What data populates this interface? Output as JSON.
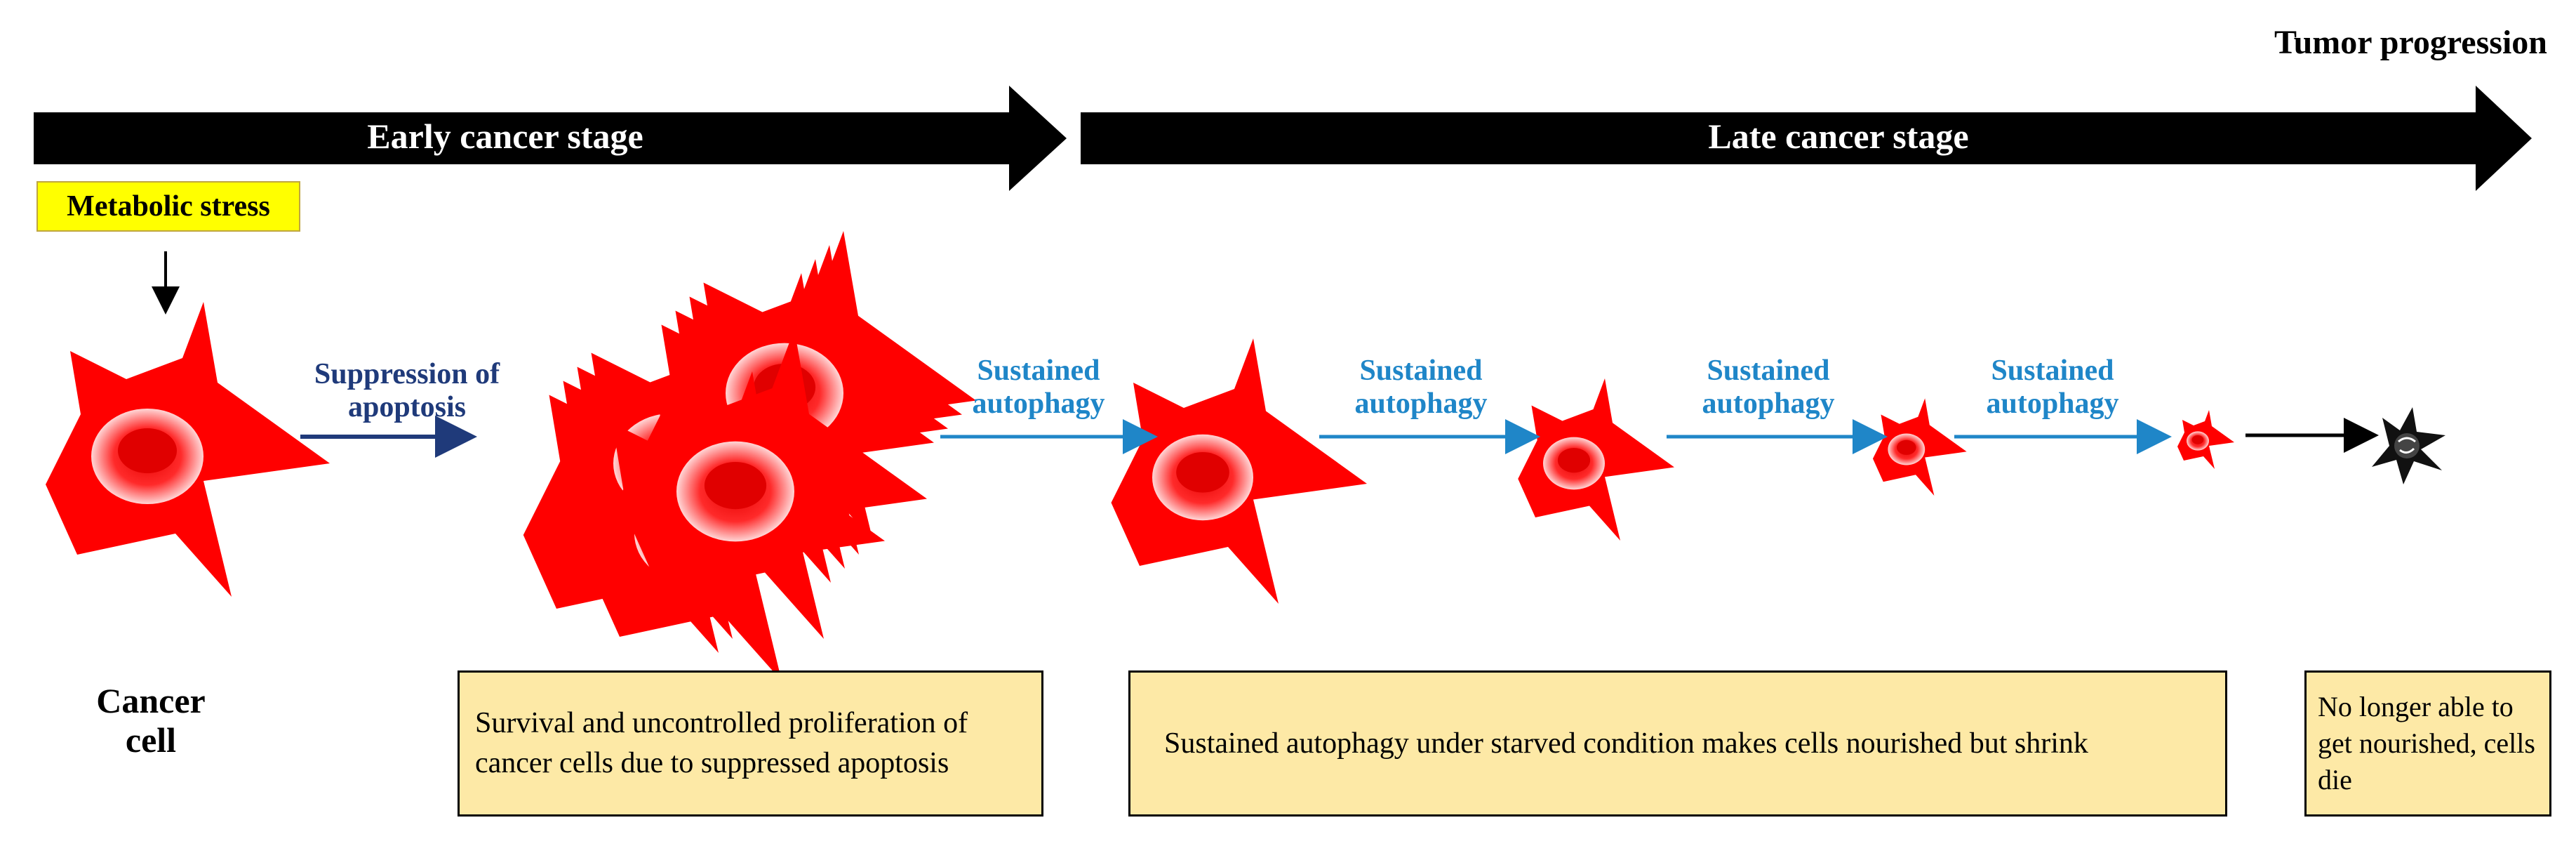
{
  "title": "Tumor progression",
  "stages": {
    "early": "Early cancer stage",
    "late": "Late cancer stage"
  },
  "metabolic_stress": "Metabolic stress",
  "cancer_cell_label": "Cancer cell",
  "arrow_labels": {
    "suppression": "Suppression of apoptosis",
    "sustained": "Sustained autophagy"
  },
  "boxes": {
    "proliferation": "Survival and uncontrolled proliferation of cancer cells due to suppressed apoptosis",
    "autophagy": "Sustained autophagy under starved condition makes cells nourished but shrink",
    "death": "No longer able to get nourished, cells die"
  },
  "colors": {
    "cell_red": "#ff0000",
    "arrow_dark": "#1f3a7a",
    "arrow_light": "#1f86c8",
    "box_fill": "#fde9a6",
    "highlight": "#ffff00"
  }
}
